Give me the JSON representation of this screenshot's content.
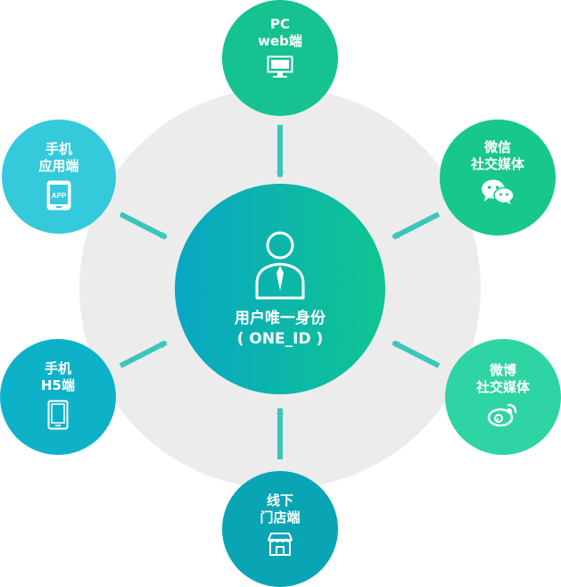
{
  "colors": {
    "ring": "#ececec",
    "arrow": "#3cc6b8",
    "pc": "#16c28f",
    "wechat": "#17c78c",
    "weibo": "#2fd4a4",
    "offline": "#0aa5b5",
    "h5": "#0eb2c8",
    "app": "#35c9dc",
    "center_start": "#09a6c4",
    "center_end": "#0fc590"
  },
  "center": {
    "line1": "用户唯一身份",
    "line2": "( ONE_ID )",
    "icon": "user-tie-icon"
  },
  "nodes": {
    "pc": {
      "line1": "PC",
      "line2": "web端",
      "icon": "monitor-icon"
    },
    "wechat": {
      "line1": "微信",
      "line2": "社交媒体",
      "icon": "wechat-icon"
    },
    "weibo": {
      "line1": "微博",
      "line2": "社交媒体",
      "icon": "weibo-icon"
    },
    "offline": {
      "line1": "线下",
      "line2": "门店端",
      "icon": "store-icon"
    },
    "h5": {
      "line1": "手机",
      "line2": "H5端",
      "icon": "phone-icon"
    },
    "app": {
      "line1": "手机",
      "line2": "应用端",
      "icon": "app-icon",
      "badge": "APP"
    }
  }
}
